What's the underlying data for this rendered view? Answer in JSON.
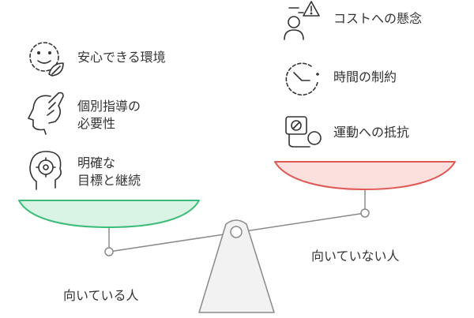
{
  "left_side": {
    "caption": "向いている人",
    "color": "#3dbb7a",
    "fill": "#d9f3e4",
    "items": [
      {
        "icon": "smile-leaf-icon",
        "lines": [
          "安心できる環境"
        ]
      },
      {
        "icon": "thinking-hand-icon",
        "lines": [
          "個別指導の",
          "必要性"
        ]
      },
      {
        "icon": "target-head-icon",
        "lines": [
          "明確な",
          "目標と継続"
        ]
      }
    ]
  },
  "right_side": {
    "caption": "向いていない人",
    "color": "#e05a55",
    "fill": "#fbe0dd",
    "items": [
      {
        "icon": "warning-person-icon",
        "lines": [
          "コストへの懸念"
        ]
      },
      {
        "icon": "clock-icon",
        "lines": [
          "時間の制約"
        ]
      },
      {
        "icon": "no-exercise-icon",
        "lines": [
          "運動への抵抗"
        ]
      }
    ]
  },
  "colors": {
    "text": "#333333",
    "line": "#8a8a8a",
    "fulcrum_fill": "#f2f2f2",
    "fulcrum_stroke": "#8a8a8a"
  }
}
